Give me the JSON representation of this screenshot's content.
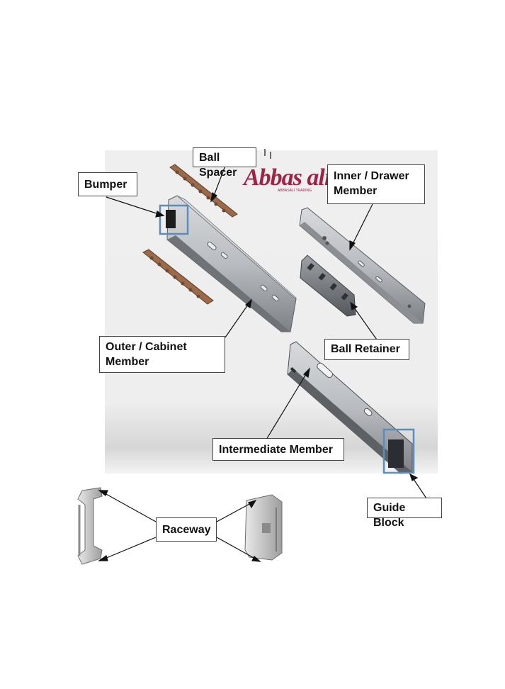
{
  "labels": {
    "ball_spacer": "Ball Spacer",
    "bumper": "Bumper",
    "inner_drawer_member_line1": "Inner / Drawer",
    "inner_drawer_member_line2": "Member",
    "outer_cabinet_member_line1": "Outer / Cabinet",
    "outer_cabinet_member_line2": "Member",
    "ball_retainer": "Ball Retainer",
    "intermediate_member": "Intermediate Member",
    "guide_block": "Guide Block",
    "raceway": "Raceway"
  },
  "logo": {
    "text": "Abbas ali",
    "tagline": "ABBASALI TRADING"
  },
  "colors": {
    "rail_metal": "#b9bcc0",
    "rail_shadow": "#6f7378",
    "spacer_brown": "#9a6a4a",
    "highlight_box": "#5b8db8",
    "logo": "#a02244"
  }
}
